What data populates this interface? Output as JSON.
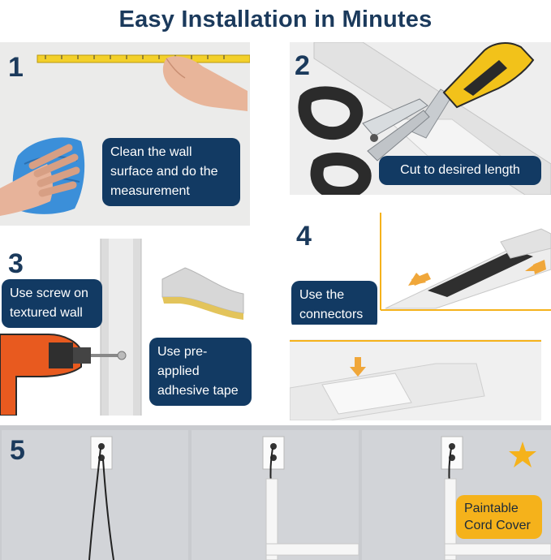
{
  "title": "Easy Installation in Minutes",
  "steps": {
    "s1": {
      "number": "1",
      "text": "Clean the wall surface and do the measurement"
    },
    "s2": {
      "number": "2",
      "text": "Cut to desired length"
    },
    "s3": {
      "number": "3",
      "text_a": "Use screw on textured wall",
      "text_b": "Use pre-applied adhesive tape"
    },
    "s4": {
      "number": "4",
      "text": "Use the connectors"
    },
    "s5": {
      "number": "5",
      "badge": "Paintable Cord Cover"
    }
  },
  "colors": {
    "navy": "#123a63",
    "title": "#1b3a5c",
    "accent_yellow": "#f5b21b",
    "orange": "#f0a73a"
  }
}
